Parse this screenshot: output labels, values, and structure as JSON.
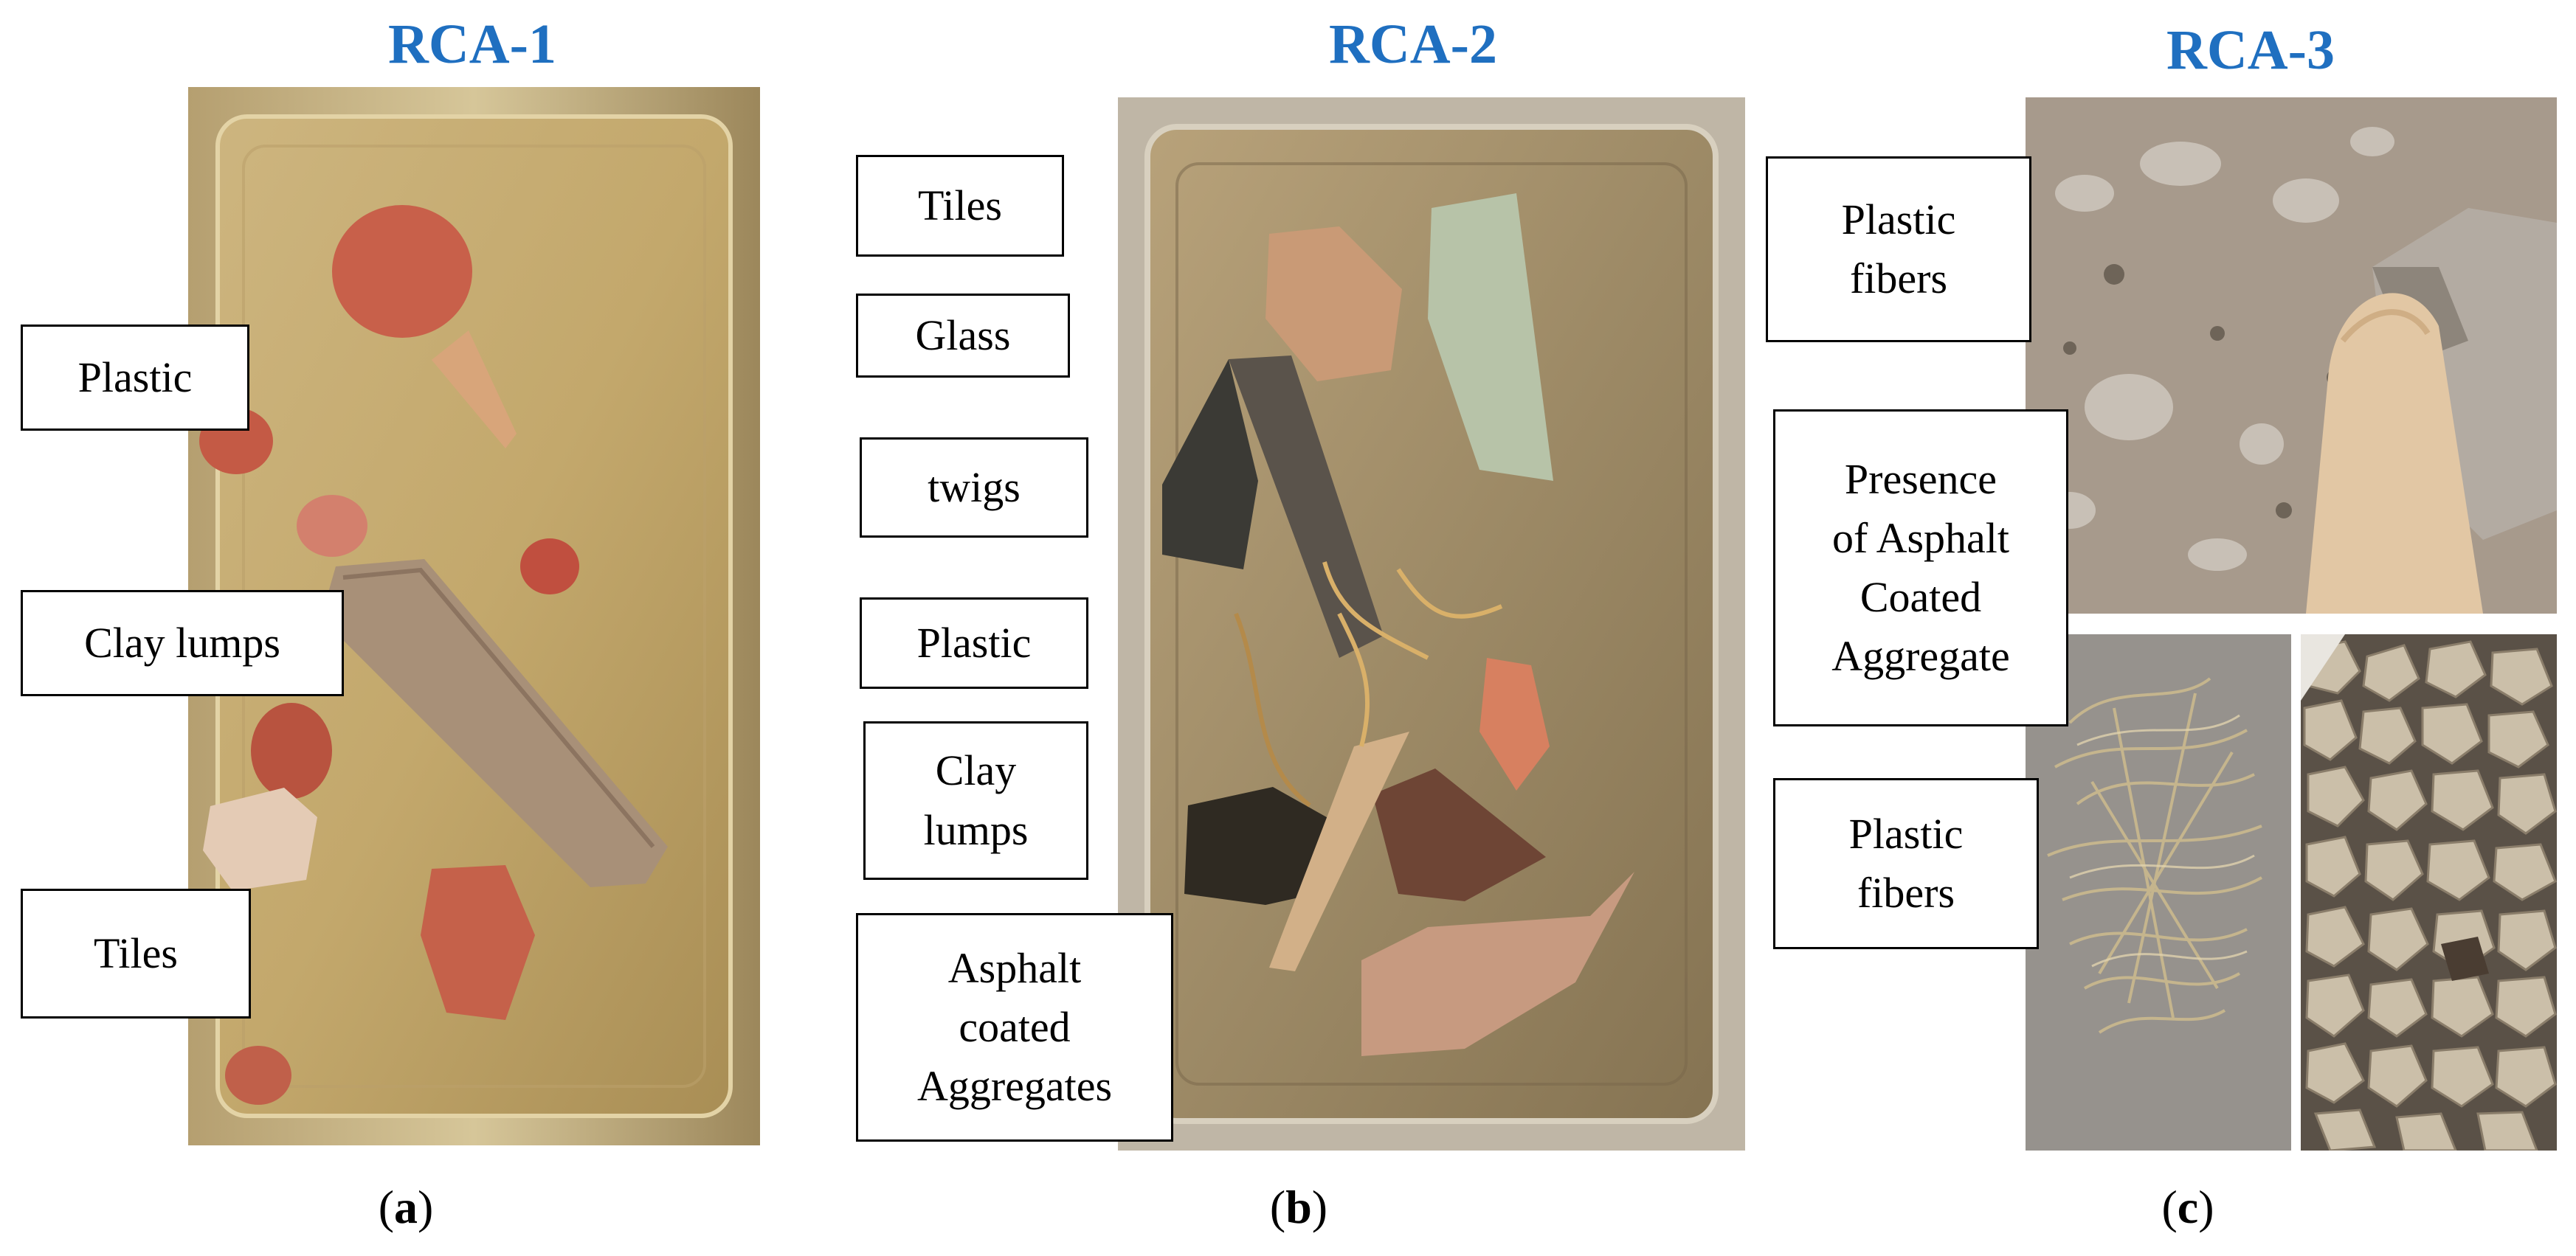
{
  "panels": [
    {
      "title": "RCA-1",
      "caption_open": "(",
      "caption_letter": "a",
      "caption_close": ")",
      "labels": [
        "Plastic",
        "Clay lumps",
        "Tiles"
      ]
    },
    {
      "title": "RCA-2",
      "caption_open": "(",
      "caption_letter": "b",
      "caption_close": ")",
      "labels": [
        "Tiles",
        "Glass",
        "twigs",
        "Plastic",
        "Clay\nlumps",
        "Asphalt\ncoated\nAggregates"
      ]
    },
    {
      "title": "RCA-3",
      "caption_open": "(",
      "caption_letter": "c",
      "caption_close": ")",
      "labels": [
        "Plastic\nfibers",
        "Presence\nof Asphalt\nCoated\nAggregate",
        "Plastic\nfibers"
      ]
    }
  ],
  "colors": {
    "title_blue": "#1f6fc0",
    "tray_tan": "#c9b07a",
    "clay_red": "#c8604a"
  }
}
